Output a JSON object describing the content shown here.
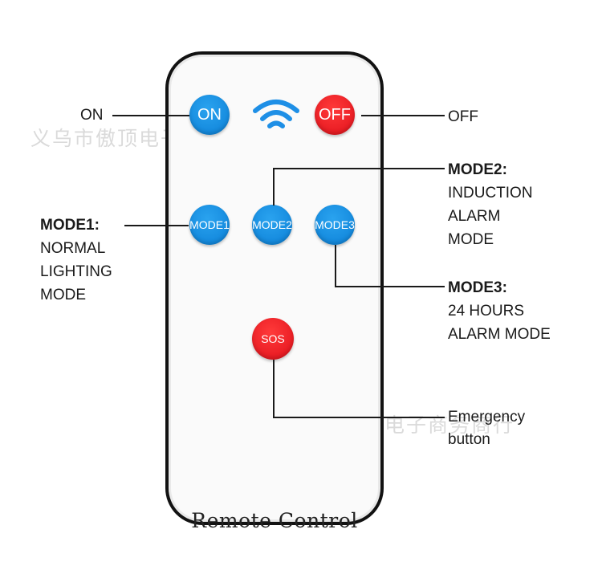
{
  "remote": {
    "title": "Remote Control",
    "buttons": {
      "on": "ON",
      "off": "OFF",
      "mode1": "MODE1",
      "mode2": "MODE2",
      "mode3": "MODE3",
      "sos": "SOS"
    },
    "wifi_icon": "wifi-icon"
  },
  "labels": {
    "on": "ON",
    "off": "OFF",
    "mode1": {
      "head": "MODE1:",
      "lines": [
        "NORMAL",
        "LIGHTING",
        "MODE"
      ]
    },
    "mode2": {
      "head": "MODE2:",
      "lines": [
        "INDUCTION",
        "ALARM",
        "MODE"
      ]
    },
    "mode3": {
      "head": "MODE3:",
      "lines": [
        "24 HOURS",
        "ALARM MODE"
      ]
    },
    "sos": {
      "lines": [
        "Emergency",
        "button"
      ]
    }
  },
  "watermark": "义乌市傲顶电子商务商行",
  "colors": {
    "blue": "#0b7fd6",
    "red": "#e0101a",
    "body": "#fafafa",
    "outline": "#121212"
  }
}
